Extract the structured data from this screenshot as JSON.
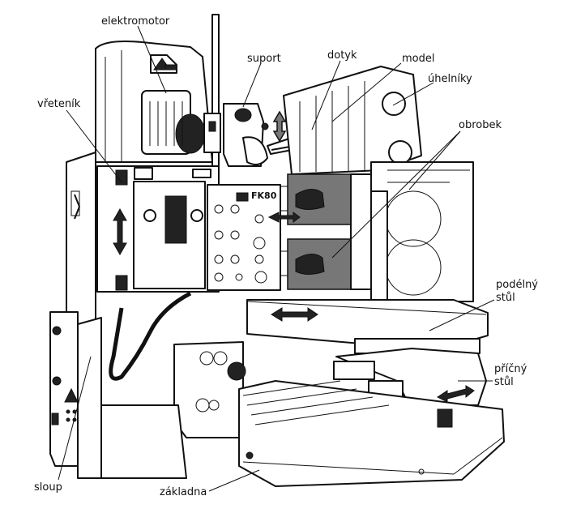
{
  "labels": {
    "elektromotor": "elektromotor",
    "suport": "suport",
    "dotyk": "dotyk",
    "model": "model",
    "uhelniky": "úhelníky",
    "vretenik": "vřeteník",
    "obrobek": "obrobek",
    "podelny_1": "podélný",
    "podelny_2": "stůl",
    "pricny_1": "příčný",
    "pricny_2": "stůl",
    "sloup": "sloup",
    "zakladna": "základna"
  },
  "panel": {
    "brand": "FK80"
  }
}
